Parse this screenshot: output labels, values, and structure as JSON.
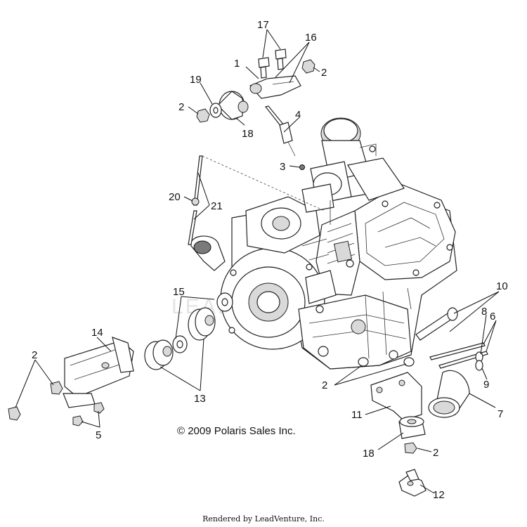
{
  "diagram": {
    "copyright": "© 2009 Polaris Sales Inc.",
    "rendered_by": "Rendered by LeadVenture, Inc.",
    "watermark": "LEADVENTURE",
    "callouts": [
      "1",
      "2",
      "3",
      "4",
      "5",
      "6",
      "7",
      "8",
      "9",
      "10",
      "11",
      "12",
      "13",
      "14",
      "15",
      "16",
      "17",
      "18",
      "19",
      "20",
      "21"
    ]
  }
}
